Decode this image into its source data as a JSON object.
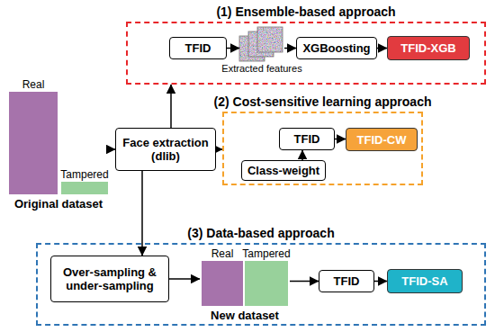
{
  "diagram": {
    "nodes": [
      {
        "text": [
          "(1) Ensemble-based approach"
        ]
      },
      {
        "text": [
          "TFID"
        ],
        "in": 0
      },
      {
        "text": [
          "Extracted features"
        ],
        "in": 0
      },
      {
        "text": [
          "XGBoosting"
        ],
        "in": 0
      },
      {
        "text": [
          "TFID-XGB"
        ],
        "in": 0
      },
      {
        "text": [
          "Original dataset"
        ]
      },
      {
        "text": [
          "Real"
        ],
        "in": 5
      },
      {
        "text": [
          "Tampered"
        ],
        "in": 5
      },
      {
        "text": [
          "Face extraction (dlib)"
        ]
      },
      {
        "text": [
          "(2) Cost-sensitive learning approach"
        ]
      },
      {
        "text": [
          "TFID"
        ],
        "in": 9
      },
      {
        "text": [
          "TFID-CW"
        ],
        "in": 9
      },
      {
        "text": [
          "Class-weight"
        ],
        "in": 9
      },
      {
        "text": [
          "(3) Data-based approach"
        ]
      },
      {
        "text": [
          "Over-sampling & under-sampling"
        ],
        "in": 13
      },
      {
        "text": [
          "New dataset"
        ],
        "in": 13
      },
      {
        "text": [
          "Real"
        ],
        "in": 15
      },
      {
        "text": [
          "Tampered"
        ],
        "in": 15
      },
      {
        "text": [
          "TFID"
        ],
        "in": 13
      },
      {
        "text": [
          "TFID-SA"
        ],
        "in": 13
      }
    ],
    "edges": [
      {
        "from": 8,
        "to": 0,
        "arrow": "to"
      },
      {
        "from": 8,
        "to": 9,
        "arrow": "to"
      },
      {
        "from": 8,
        "to": 14,
        "arrow": "to"
      },
      {
        "from": 5,
        "to": 8,
        "arrow": "to"
      },
      {
        "from": 1,
        "to": 2,
        "arrow": "to"
      },
      {
        "from": 2,
        "to": 3,
        "arrow": "to"
      },
      {
        "from": 3,
        "to": 4,
        "arrow": "to"
      },
      {
        "from": 10,
        "to": 11,
        "arrow": "to"
      },
      {
        "from": 12,
        "to": 10,
        "arrow": "to"
      },
      {
        "from": 14,
        "to": 15,
        "arrow": "to"
      },
      {
        "from": 15,
        "to": 18,
        "arrow": "to"
      },
      {
        "from": 18,
        "to": 19,
        "arrow": "to"
      }
    ]
  }
}
